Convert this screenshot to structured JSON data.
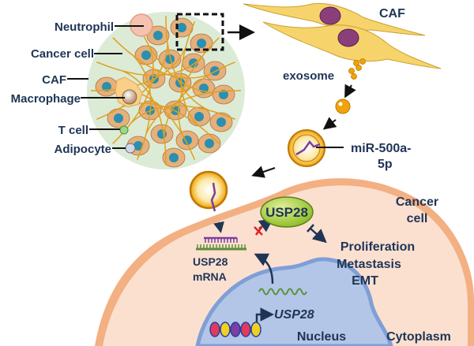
{
  "colors": {
    "label": "#1f3556",
    "cell_membrane": "#f3b082",
    "cytoplasm": "#fbe0d0",
    "nucleus": "#b3c6e8",
    "nucleus_border": "#7f9fd6",
    "tumor_bg": "#dcebd6",
    "caf_yellow": "#f7d46b",
    "exosome_orange": "#f0a30a",
    "usp28_green": "#a9cf3e",
    "mirna_purple": "#7b3fa0",
    "mrna_green": "#5e8f3a",
    "inhibit_red": "#e02020"
  },
  "tumor_labels": {
    "neutrophil": "Neutrophil",
    "cancer_cell": "Cancer cell",
    "caf": "CAF",
    "macrophage": "Macrophage",
    "t_cell": "T cell",
    "adipocyte": "Adipocyte"
  },
  "caf_label": "CAF",
  "exosome_label": "exosome",
  "mirna_label_line1": "miR-500a-",
  "mirna_label_line2": "5p",
  "cancer_cell_label_line1": "Cancer",
  "cancer_cell_label_line2": "cell",
  "usp28_protein": "USP28",
  "usp28_mrna_line1": "USP28",
  "usp28_mrna_line2": "mRNA",
  "outcomes": [
    "Proliferation",
    "Metastasis",
    "EMT"
  ],
  "gene_label": "USP28",
  "nucleus_label": "Nucleus",
  "cytoplasm_label": "Cytoplasm"
}
